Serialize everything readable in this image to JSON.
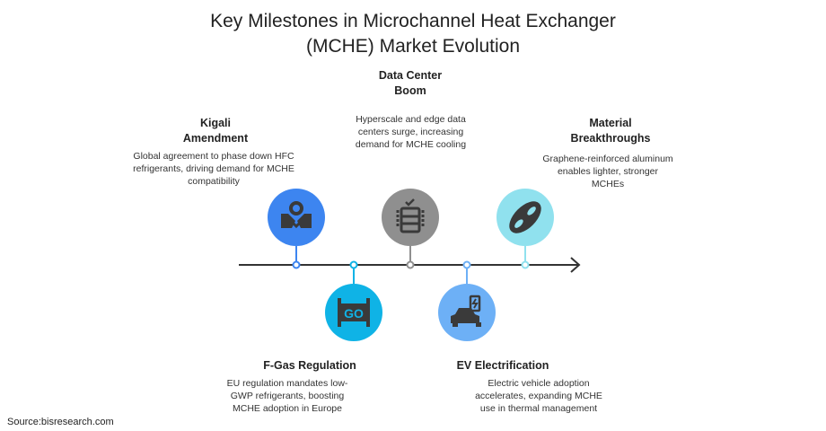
{
  "title_line1": "Key Milestones in Microchannel Heat Exchanger",
  "title_line2": "(MCHE) Market Evolution",
  "milestones": [
    {
      "title": "Kigali Amendment",
      "desc": "Global agreement to phase down HFC refrigerants, driving demand for MCHE compatibility",
      "icon": "handshake-icon",
      "color": "#3d85f0"
    },
    {
      "title": "F-Gas Regulation",
      "desc": "EU regulation mandates low-GWP refrigerants, boosting MCHE adoption in Europe",
      "icon": "go-banner-icon",
      "color": "#0fb3e6",
      "icon_text": "GO"
    },
    {
      "title": "Data Center Boom",
      "desc": "Hyperscale and edge data centers surge, increasing demand for MCHE cooling",
      "icon": "server-rack-icon",
      "color": "#8f8f8f"
    },
    {
      "title": "EV Electrification",
      "desc": "Electric vehicle adoption accelerates, expanding MCHE use in thermal management",
      "icon": "electric-car-icon",
      "color": "#6db0f6"
    },
    {
      "title": "Material Breakthroughs",
      "desc": "Graphene-reinforced aluminum enables lighter, stronger MCHEs",
      "icon": "graphene-bond-icon",
      "color": "#90e1ee"
    }
  ],
  "source": "Source:bisresearch.com"
}
